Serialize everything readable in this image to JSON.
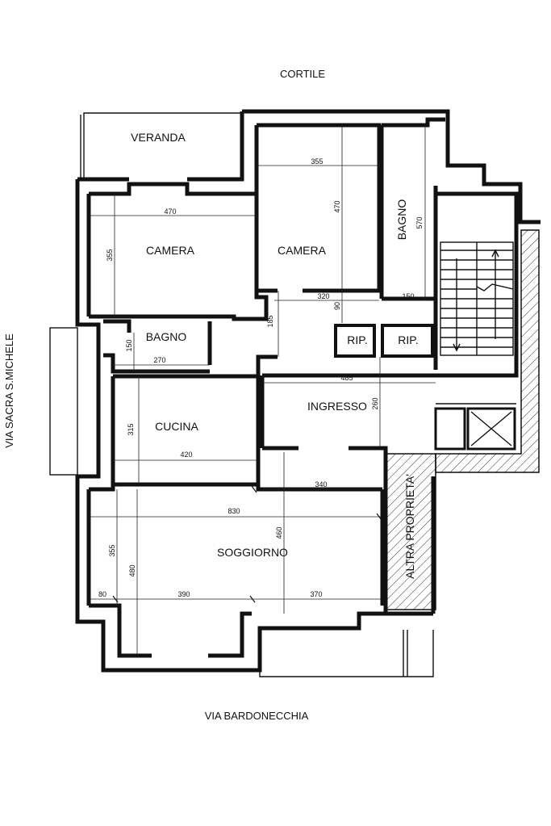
{
  "streets": {
    "top": "CORTILE",
    "bottom": "VIA BARDONECCHIA",
    "left": "VIA SACRA S.MICHELE"
  },
  "rooms": {
    "veranda": "VERANDA",
    "camera_1": "CAMERA",
    "camera_2": "CAMERA",
    "bagno_1": "BAGNO",
    "bagno_2": "BAGNO",
    "rip_1": "RIP.",
    "rip_2": "RIP.",
    "cucina": "CUCINA",
    "ingresso": "INGRESSO",
    "soggiorno": "SOGGIORNO",
    "altra_proprieta": "ALTRA PROPRIETA'"
  },
  "dimensions": {
    "d355_top": "355",
    "d470_h1": "470",
    "d470_v": "470",
    "d570": "570",
    "d355_camera": "355",
    "d320": "320",
    "d90": "90",
    "d150_h": "150",
    "d185": "185",
    "d150_v": "150",
    "d270": "270",
    "d485": "485",
    "d260": "260",
    "d315": "315",
    "d420": "420",
    "d340": "340",
    "d830": "830",
    "d460": "460",
    "d355_sog": "355",
    "d480": "480",
    "d80": "80",
    "d390": "390",
    "d370": "370"
  }
}
